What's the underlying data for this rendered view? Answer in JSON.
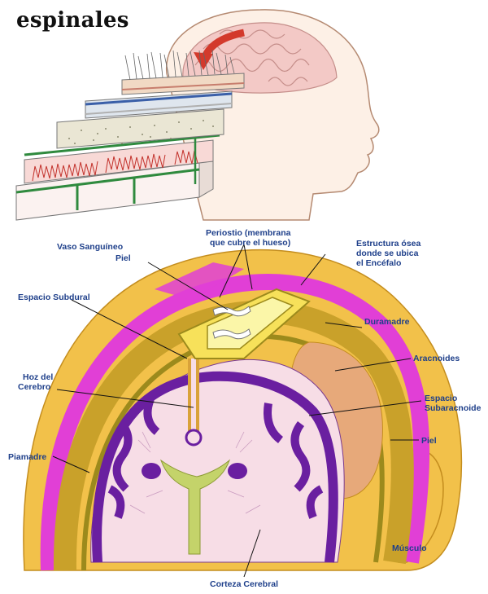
{
  "heading": "espinales",
  "labels": {
    "periostio": [
      "Periostio (membrana",
      "que cubre el hueso)"
    ],
    "vaso": "Vaso Sanguíneo",
    "piel_top": "Piel",
    "estructura": [
      "Estructura ósea",
      "donde se ubica",
      "el Encéfalo"
    ],
    "subdural": "Espacio Subdural",
    "duramadre": "Duramadre",
    "aracnoides": "Aracnoides",
    "hoz": [
      "Hoz del",
      "Cerebro"
    ],
    "subaracnoide": [
      "Espacio",
      "Subaracnoide"
    ],
    "piel_right": "Piel",
    "piamadre": "Piamadre",
    "musculo": "Músculo",
    "corteza": "Corteza Cerebral"
  },
  "colors": {
    "label_blue": "#1e3f8a",
    "scalp": "#f2c14a",
    "skin_magenta": "#e13fd6",
    "bone_tan": "#c9a12a",
    "dura_olive": "#9c8a1c",
    "arachnoid_peach": "#e7a97a",
    "brain_pink": "#f7dde6",
    "cortex_purple": "#6a1fa0",
    "ventricle_green": "#c4d36a",
    "periosteum_yellow": "#fbf6a8"
  }
}
